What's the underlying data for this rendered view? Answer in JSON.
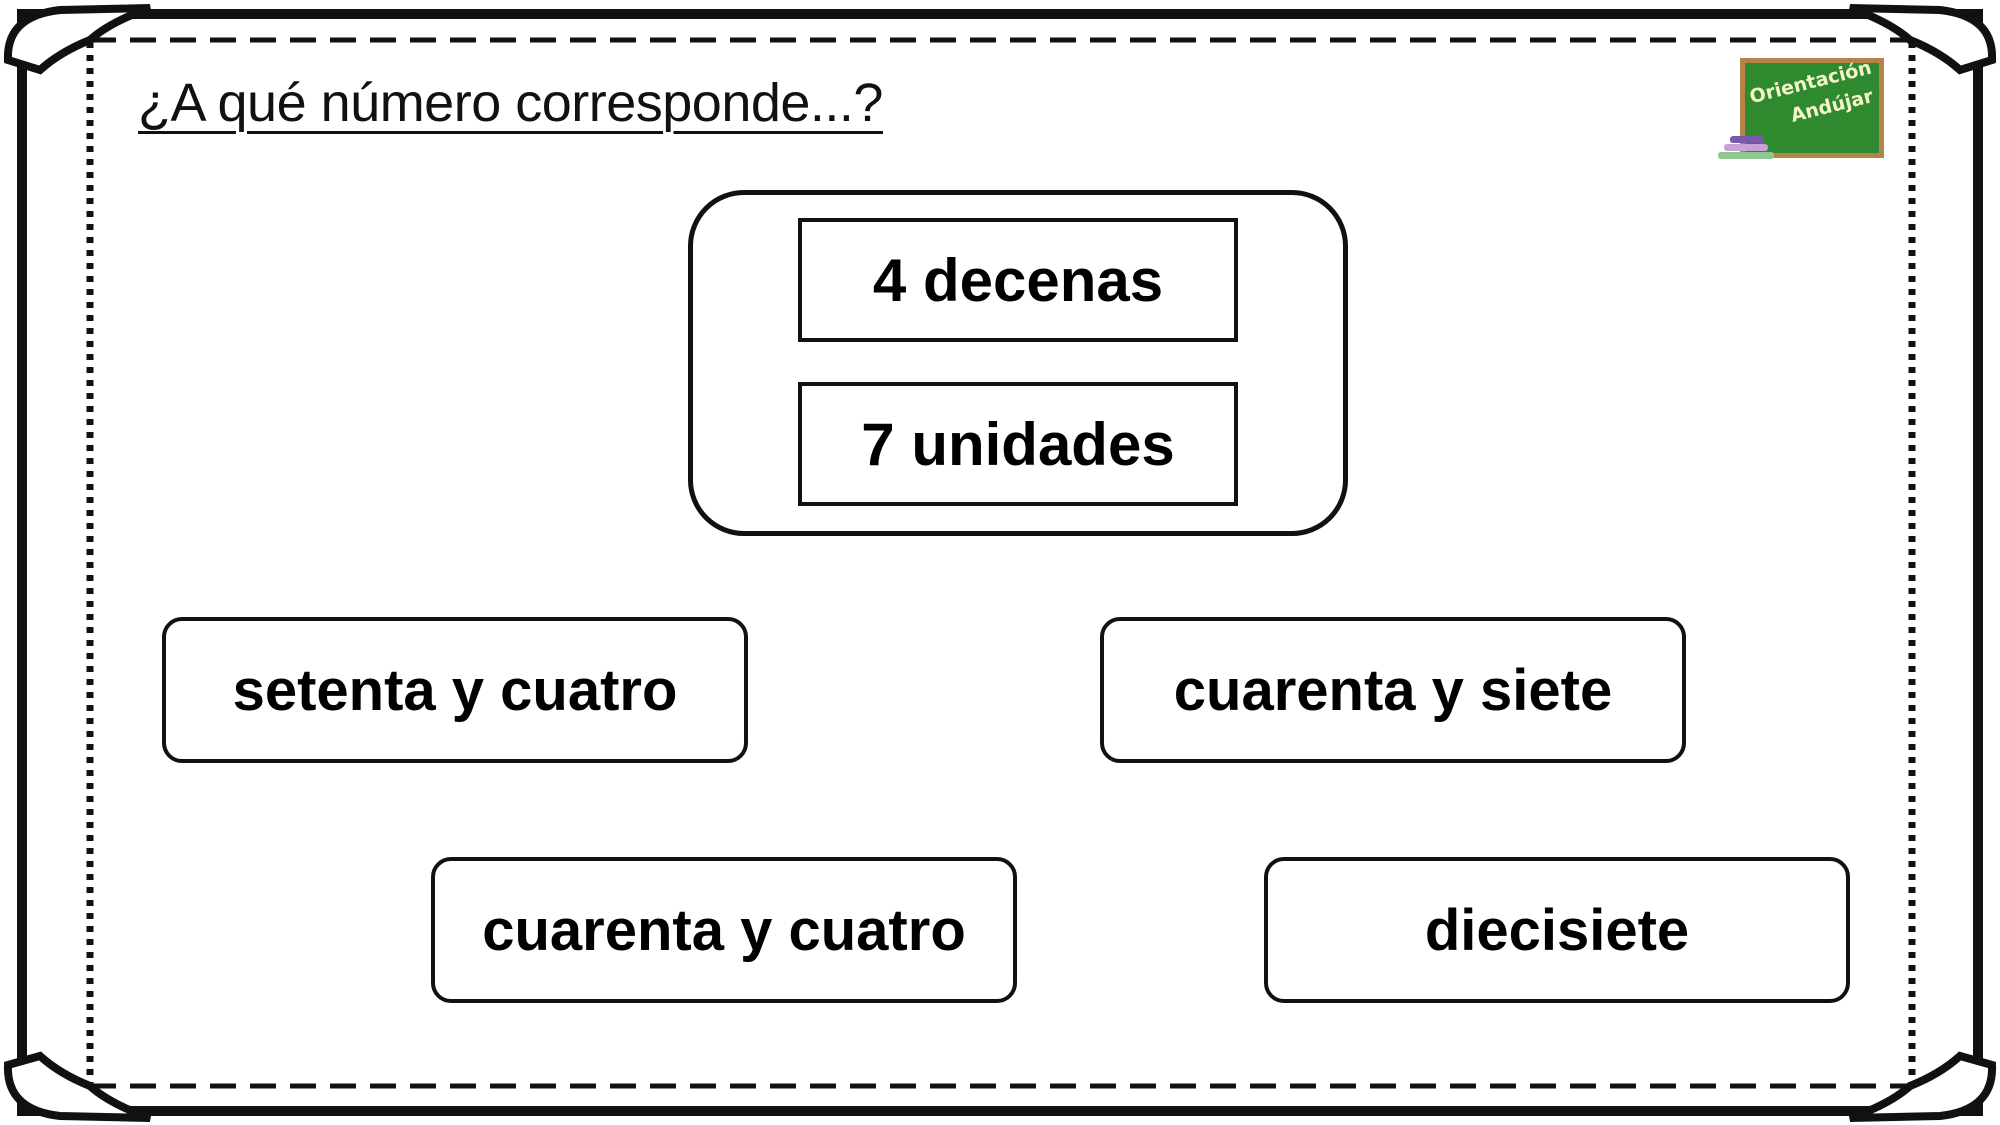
{
  "question": {
    "title": "¿A qué número corresponde...?"
  },
  "logo": {
    "line1": "Orientación",
    "line2": "Andújar",
    "board_color": "#2f8a2f",
    "frame_color": "#b5824a",
    "text_color": "#f4f4c8"
  },
  "clues": [
    {
      "label": "4 decenas"
    },
    {
      "label": "7 unidades"
    }
  ],
  "options": [
    {
      "label": "setenta y cuatro"
    },
    {
      "label": "cuarenta y siete"
    },
    {
      "label": "cuarenta y cuatro"
    },
    {
      "label": "diecisiete"
    }
  ]
}
